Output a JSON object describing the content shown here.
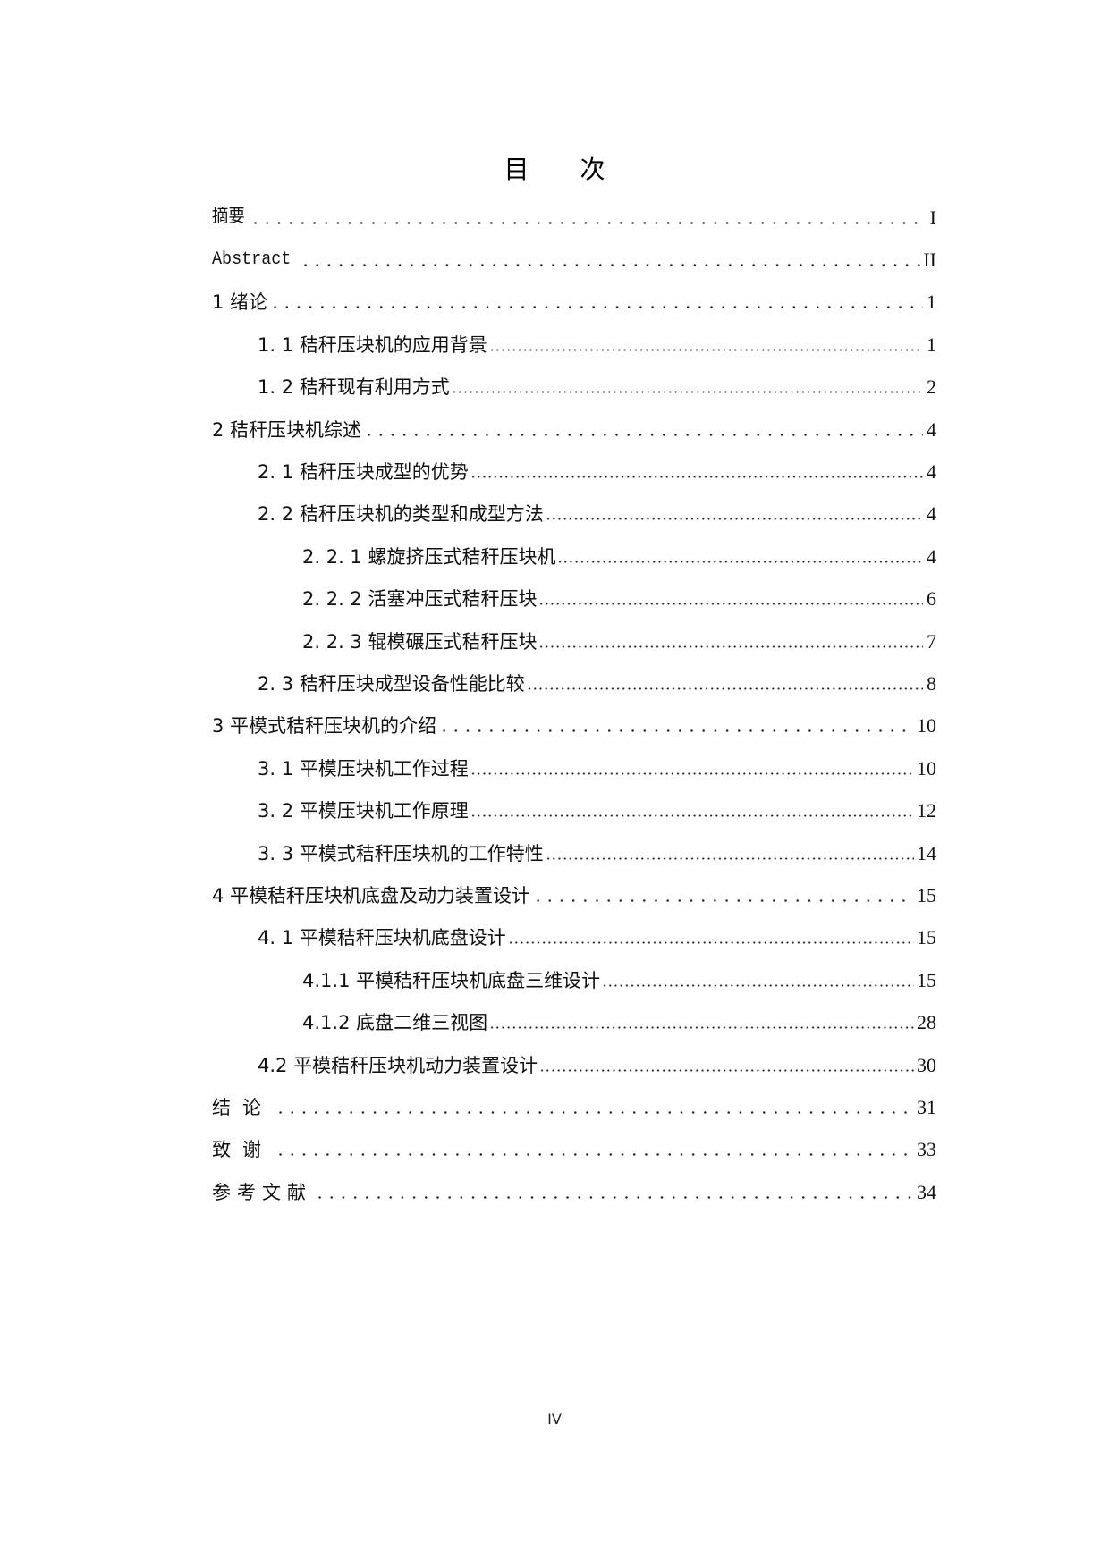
{
  "document": {
    "title": "目 次",
    "footer_page_number": "IV"
  },
  "toc": {
    "entries": [
      {
        "label": "摘要",
        "page": "I",
        "level": 1
      },
      {
        "label": "Abstract",
        "page": "II",
        "level": 1
      },
      {
        "label": "1 绪论",
        "page": "1",
        "level": 1
      },
      {
        "label": "1. 1 秸秆压块机的应用背景",
        "page": "1",
        "level": 2
      },
      {
        "label": "1. 2 秸秆现有利用方式",
        "page": "2",
        "level": 2
      },
      {
        "label": "2 秸秆压块机综述",
        "page": "4",
        "level": 1
      },
      {
        "label": "2. 1 秸秆压块成型的优势",
        "page": "4",
        "level": 2
      },
      {
        "label": "2. 2 秸秆压块机的类型和成型方法",
        "page": "4",
        "level": 2
      },
      {
        "label": "2. 2. 1 螺旋挤压式秸秆压块机",
        "page": "4",
        "level": 3
      },
      {
        "label": "2. 2. 2 活塞冲压式秸秆压块",
        "page": "6",
        "level": 3
      },
      {
        "label": "2. 2. 3 辊模碾压式秸秆压块",
        "page": "7",
        "level": 3
      },
      {
        "label": "2. 3 秸秆压块成型设备性能比较",
        "page": "8",
        "level": 2
      },
      {
        "label": "3 平模式秸秆压块机的介绍",
        "page": "10",
        "level": 1
      },
      {
        "label": "3. 1 平模压块机工作过程",
        "page": "10",
        "level": 2
      },
      {
        "label": "3. 2 平模压块机工作原理",
        "page": "12",
        "level": 2
      },
      {
        "label": "3. 3 平模式秸秆压块机的工作特性",
        "page": "14",
        "level": 2
      },
      {
        "label": "4 平模秸秆压块机底盘及动力装置设计",
        "page": "15",
        "level": 1
      },
      {
        "label": "4. 1 平模秸秆压块机底盘设计",
        "page": "15",
        "level": 2
      },
      {
        "label": "4.1.1 平模秸秆压块机底盘三维设计",
        "page": "15",
        "level": 3
      },
      {
        "label": "4.1.2 底盘二维三视图",
        "page": "28",
        "level": 3
      },
      {
        "label": "4.2 平模秸秆压块机动力装置设计",
        "page": "30",
        "level": 2
      },
      {
        "label": "结论",
        "page": "31",
        "level": 1
      },
      {
        "label": "致谢",
        "page": "33",
        "level": 1
      },
      {
        "label": "参考文献",
        "page": "34",
        "level": 1
      }
    ]
  }
}
